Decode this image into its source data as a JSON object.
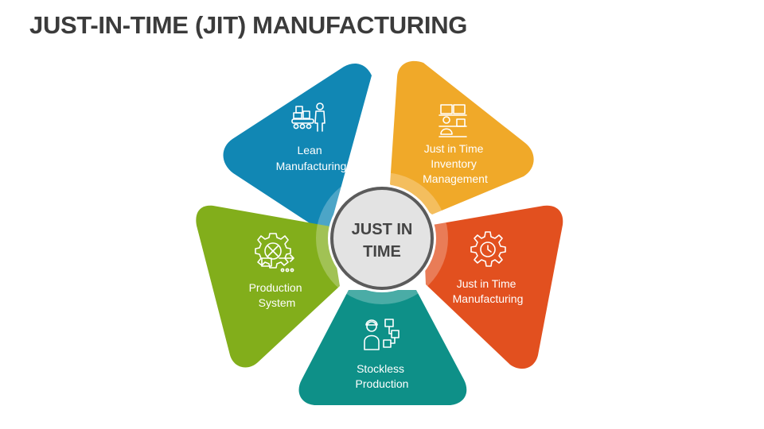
{
  "title": "JUST-IN-TIME (JIT) MANUFACTURING",
  "center": {
    "line1": "JUST IN",
    "line2": "TIME"
  },
  "segments": [
    {
      "lines": [
        "Lean",
        "Manufacturing"
      ],
      "color": "#1187B4",
      "icon": "lean-worker-conveyor-icon"
    },
    {
      "lines": [
        "Just in Time",
        "Inventory",
        "Management"
      ],
      "color": "#F0A929",
      "icon": "inventory-worker-boxes-icon"
    },
    {
      "lines": [
        "Just in Time",
        "Manufacturing"
      ],
      "color": "#E2501F",
      "icon": "gear-clock-icon"
    },
    {
      "lines": [
        "Stockless",
        "Production"
      ],
      "color": "#0E9088",
      "icon": "worker-flowchart-icon"
    },
    {
      "lines": [
        "Production",
        "System"
      ],
      "color": "#82AE1B",
      "icon": "gear-production-icon"
    }
  ]
}
